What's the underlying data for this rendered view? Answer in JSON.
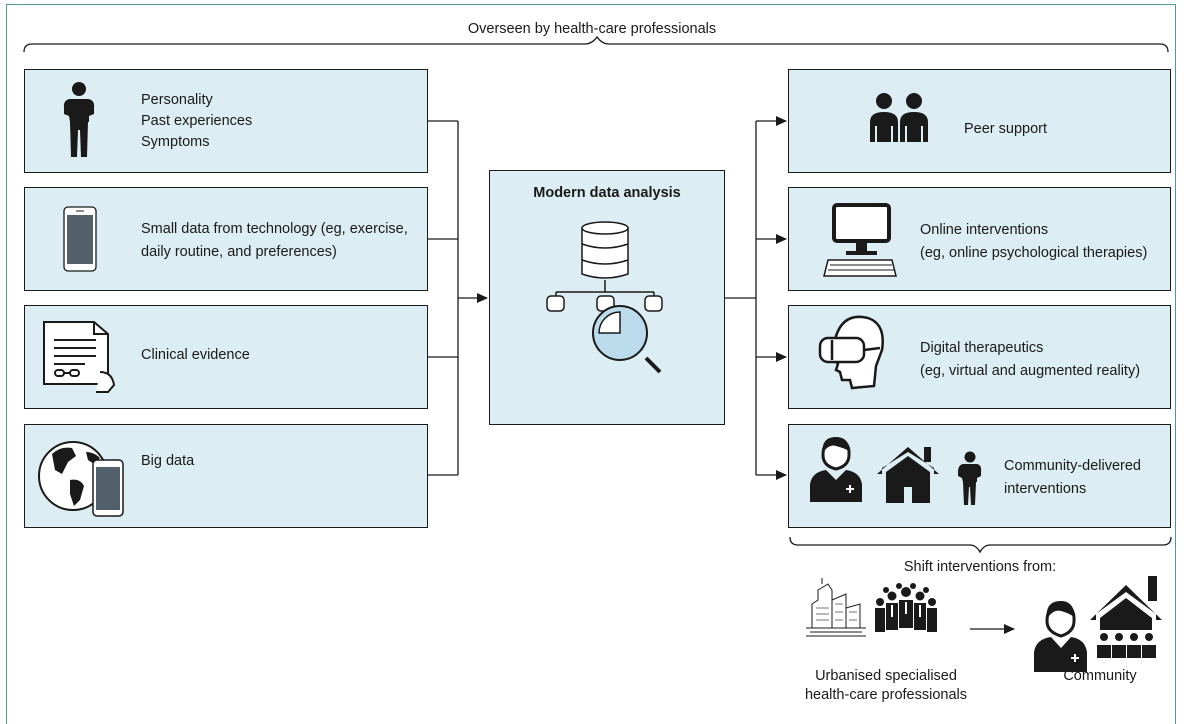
{
  "header": {
    "overseen_label": "Overseen by health-care professionals"
  },
  "inputs": [
    {
      "lines": [
        "Personality",
        "Past experiences",
        "Symptoms"
      ],
      "icon": "person-icon"
    },
    {
      "lines": [
        "Small data from technology (eg, exercise,",
        "daily routine, and preferences)"
      ],
      "icon": "smartphone-icon"
    },
    {
      "lines": [
        "Clinical evidence"
      ],
      "icon": "document-icon"
    },
    {
      "lines": [
        "Big data"
      ],
      "icon": "globe-phone-icon"
    }
  ],
  "center": {
    "title": "Modern data analysis",
    "icon": "database-analysis-icon"
  },
  "outputs": [
    {
      "lines": [
        "Peer support"
      ],
      "icon": "people-icon"
    },
    {
      "lines": [
        "Online interventions",
        "(eg, online psychological therapies)"
      ],
      "icon": "computer-icon"
    },
    {
      "lines": [
        "Digital therapeutics",
        "(eg, virtual and augmented reality)"
      ],
      "icon": "vr-headset-icon"
    },
    {
      "lines": [
        "Community-delivered",
        "interventions"
      ],
      "icon": "community-icons"
    }
  ],
  "shift": {
    "title": "Shift interventions from:",
    "from_lines": [
      "Urbanised specialised",
      "health-care professionals"
    ],
    "to_label": "Community"
  },
  "colors": {
    "box_fill": "#dcedf4",
    "frame": "#4f9a8c",
    "stroke": "#1a1a1a"
  }
}
